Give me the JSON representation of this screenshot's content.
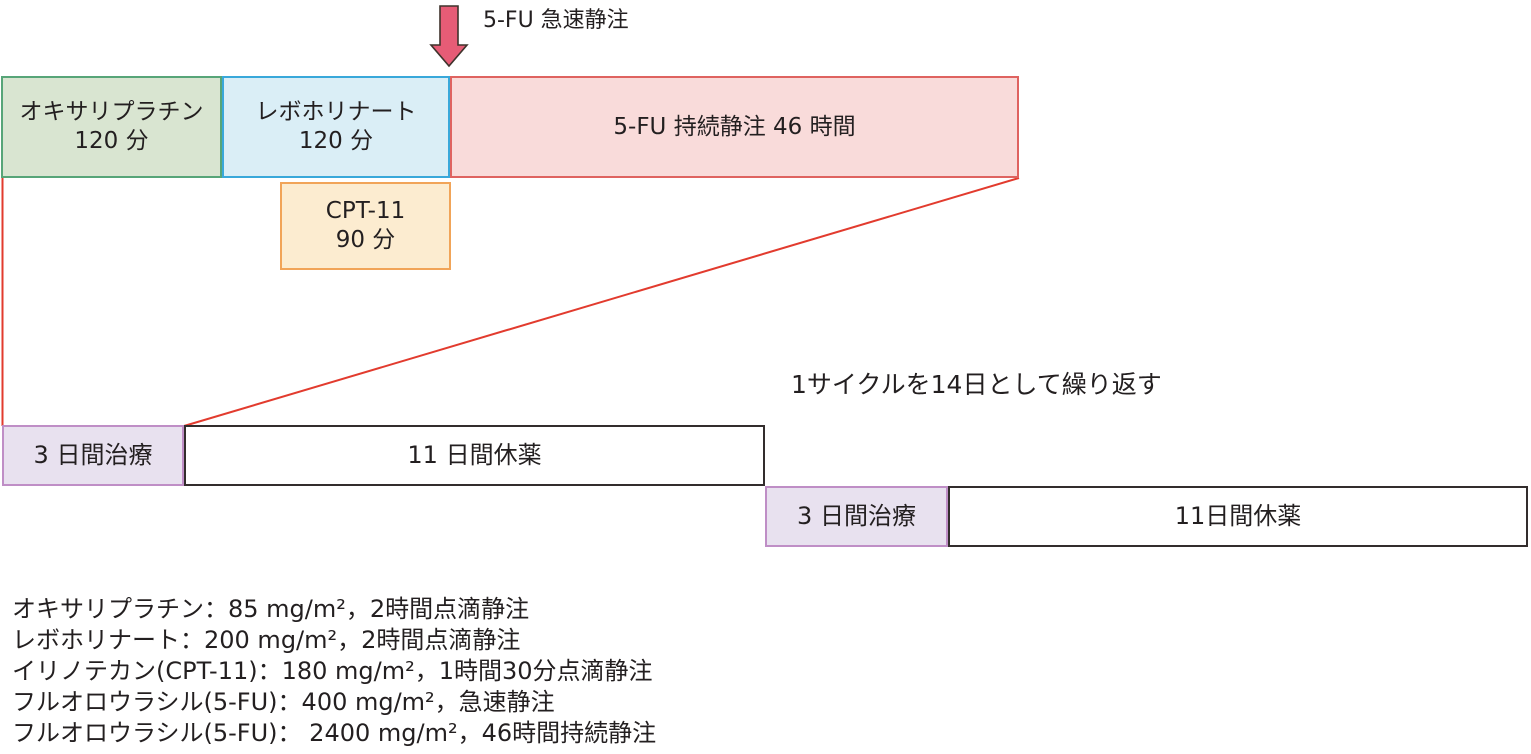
{
  "annotation": {
    "arrow_label": "5-FU 急速静注"
  },
  "schedule": {
    "top_row": {
      "oxaliplatin": {
        "line1": "オキサリプラチン",
        "line2": "120 分"
      },
      "levofolinate": {
        "line1": "レボホリナート",
        "line2": "120 分"
      },
      "fu_continuous": {
        "label": "5-FU 持続静注 46 時間"
      }
    },
    "cpt11": {
      "line1": "CPT-11",
      "line2": "90 分"
    },
    "cycle_note": "1サイクルを14日として繰り返す",
    "cycle1": {
      "treatment": "3 日間治療",
      "rest": "11 日間休薬"
    },
    "cycle2": {
      "treatment": "3 日間治療",
      "rest": "11日間休薬"
    }
  },
  "footnotes": [
    "オキサリプラチン：85 mg/m²，2時間点滴静注",
    "レボホリナート：200 mg/m²，2時間点滴静注",
    "イリノテカン(CPT-11)：180 mg/m²，1時間30分点滴静注",
    "フルオロウラシル(5-FU)：400 mg/m²，急速静注",
    "フルオロウラシル(5-FU)： 2400 mg/m²，46時間持続静注"
  ],
  "colors": {
    "oxaliplatin_fill": "#d9e5d1",
    "oxaliplatin_border": "#57a578",
    "levofolinate_fill": "#daeef6",
    "levofolinate_border": "#39a8da",
    "fu_fill": "#f9dbda",
    "fu_border": "#df6360",
    "cpt11_fill": "#fcecd0",
    "cpt11_border": "#f1a458",
    "treatment_fill": "#e8e1ef",
    "treatment_border": "#bf8ec6",
    "rest_border": "#332d2d",
    "connector_red": "#e23b2e",
    "arrow_fill": "#e65c76",
    "arrow_outline": "#3f332c",
    "text": "#231f20"
  }
}
